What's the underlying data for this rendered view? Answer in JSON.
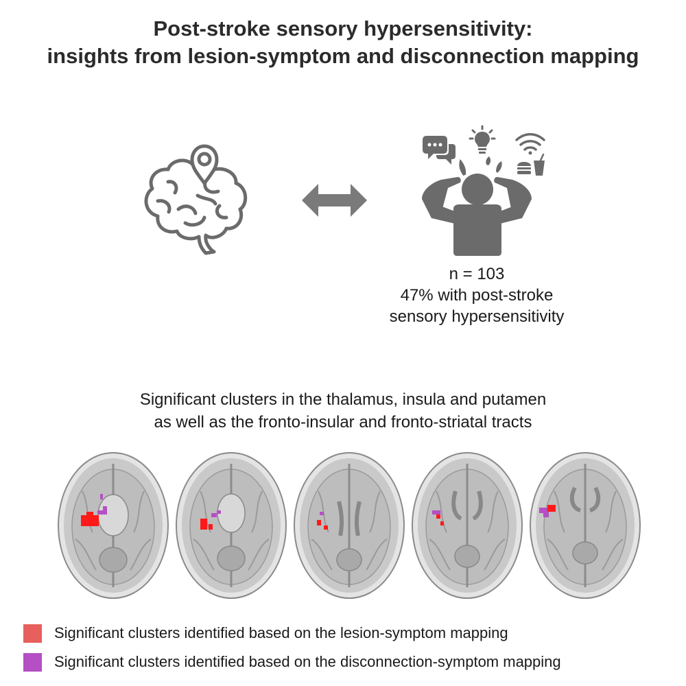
{
  "title": {
    "line1": "Post-stroke sensory hypersensitivity:",
    "line2": "insights from lesion-symptom and disconnection mapping"
  },
  "icons": {
    "brain": "brain-with-location-pin-icon",
    "arrow": "double-headed-arrow-icon",
    "person": "overwhelmed-person-icon",
    "stimuli": [
      "speech-bubbles-icon",
      "lightbulb-icon",
      "wifi-signal-icon",
      "burger-and-drink-icon"
    ]
  },
  "stats": {
    "n": "n = 103",
    "line2": "47% with post-stroke",
    "line3": "sensory hypersensitivity"
  },
  "subtitle": {
    "line1": "Significant clusters in the thalamus, insula and putamen",
    "line2": "as well as the fronto-insular and fronto-striatal tracts"
  },
  "brain_slices": [
    {
      "name": "axial-slice-1",
      "lesion_cluster": "large",
      "disconnection_cluster": "medium"
    },
    {
      "name": "axial-slice-2",
      "lesion_cluster": "medium",
      "disconnection_cluster": "small"
    },
    {
      "name": "axial-slice-3",
      "lesion_cluster": "small",
      "disconnection_cluster": "small"
    },
    {
      "name": "axial-slice-4",
      "lesion_cluster": "small",
      "disconnection_cluster": "medium"
    },
    {
      "name": "axial-slice-5",
      "lesion_cluster": "medium",
      "disconnection_cluster": "medium"
    }
  ],
  "legend": [
    {
      "color": "#e8605e",
      "label": "Significant clusters identified based on the lesion-symptom mapping"
    },
    {
      "color": "#b44fc4",
      "label": "Significant clusters identified based on the disconnection-symptom mapping"
    }
  ],
  "colors": {
    "icon_gray": "#6b6b6b",
    "lesion_red": "#ff1a1a",
    "disconnection_purple": "#b44fc4"
  }
}
